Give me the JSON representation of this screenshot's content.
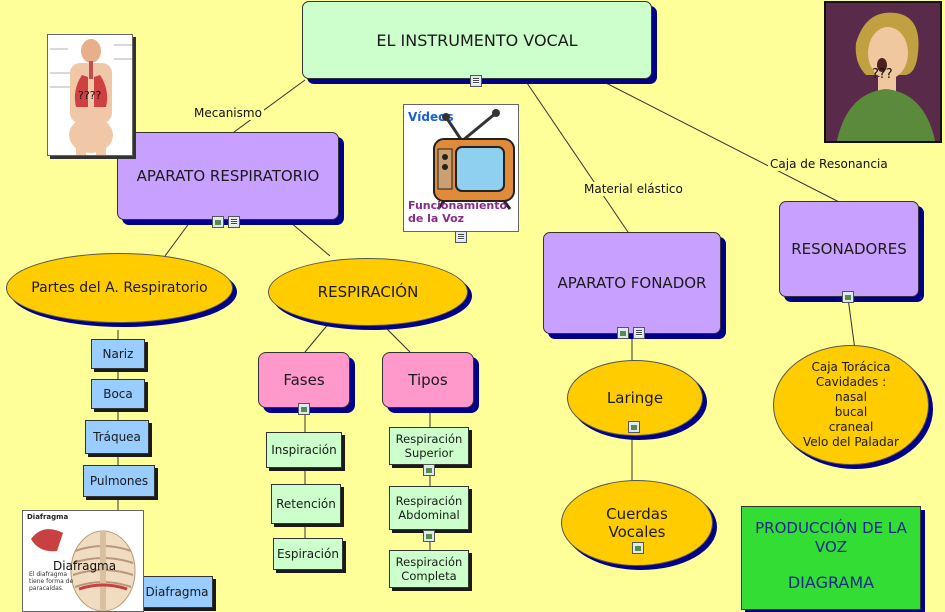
{
  "root": {
    "title": "EL INSTRUMENTO VOCAL"
  },
  "link_labels": {
    "mecanismo": "Mecanismo",
    "material": "Material elástico",
    "caja": "Caja de Resonancia"
  },
  "nodes": {
    "aparato_respiratorio": "APARATO RESPIRATORIO",
    "partes": "Partes del A. Respiratorio",
    "respiracion": "RESPIRACIÓN",
    "fases": "Fases",
    "tipos": "Tipos",
    "inspiracion": "Inspiración",
    "retencion": "Retención",
    "espiracion": "Espiración",
    "resp_superior": "Respiración Superior",
    "resp_abdominal": "Respiración Abdominal",
    "resp_completa": "Respiración Completa",
    "nariz": "Nariz",
    "boca": "Boca",
    "traquea": "Tráquea",
    "pulmones": "Pulmones",
    "diafragma": "Diafragma",
    "aparato_fonador": "APARATO FONADOR",
    "laringe": "Laringe",
    "cuerdas": "Cuerdas Vocales",
    "resonadores": "RESONADORES",
    "caja_toracica_lines": [
      "Caja Torácica",
      "Cavidades :",
      "nasal",
      "bucal",
      "craneal",
      "Velo del Paladar"
    ],
    "produccion": "PRODUCCIÓN DE LA VOZ",
    "diagrama": "DIAGRAMA"
  },
  "images": {
    "video_title": "Vídeos",
    "video_caption": "Funcionamiento de la Voz",
    "lungs_question": "????",
    "singer_question": "???",
    "diafragma_thumb_title": "Diafragma",
    "diafragma_thumb_label": "Diafragma",
    "diafragma_thumb_note": "El diafragma tiene forma de paracaídas."
  },
  "icons": [
    "doc-icon",
    "image-icon"
  ]
}
